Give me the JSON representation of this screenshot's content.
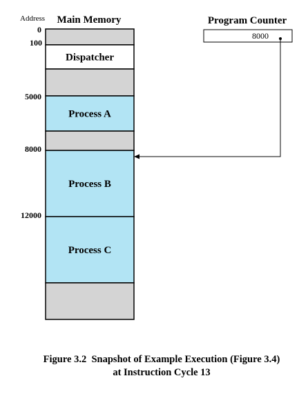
{
  "memory": {
    "title": "Main Memory",
    "address_header": "Address",
    "addresses": [
      "0",
      "100",
      "5000",
      "8000",
      "12000"
    ],
    "segments": [
      {
        "label": "",
        "kind": "free"
      },
      {
        "label": "Dispatcher",
        "kind": "kernel"
      },
      {
        "label": "",
        "kind": "free"
      },
      {
        "label": "Process A",
        "kind": "process"
      },
      {
        "label": "",
        "kind": "free"
      },
      {
        "label": "Process B",
        "kind": "process"
      },
      {
        "label": "Process C",
        "kind": "process"
      },
      {
        "label": "",
        "kind": "free"
      }
    ]
  },
  "program_counter": {
    "title": "Program Counter",
    "value": "8000",
    "points_to_address": "8000"
  },
  "caption": {
    "line1": "Figure 3.2  Snapshot of Example Execution (Figure 3.4)",
    "line2": "at Instruction Cycle 13"
  },
  "colors": {
    "free": "#d4d4d4",
    "kernel": "#ffffff",
    "process": "#b2e4f4",
    "outline": "#000000"
  }
}
